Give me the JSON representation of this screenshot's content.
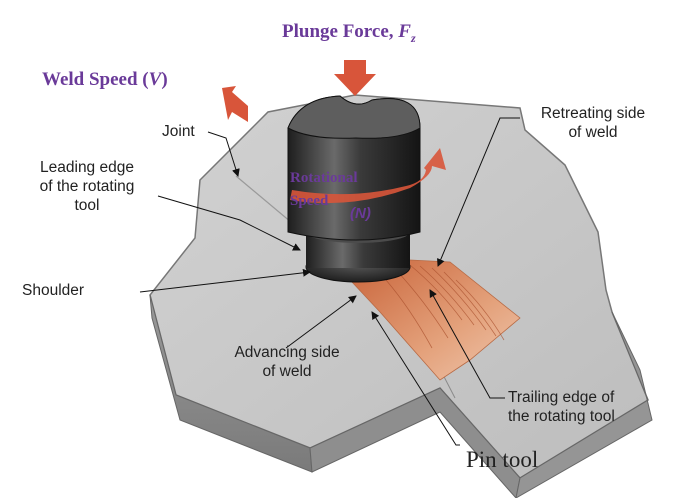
{
  "title": {
    "plunge_force": "Plunge Force, ",
    "plunge_symbol": "F",
    "plunge_sub": "z",
    "weld_speed": "Weld Speed (",
    "weld_speed_symbol": "V",
    "weld_speed_close": ")"
  },
  "rotation": {
    "line1": "Rotational",
    "line2": "Speed",
    "symbol": "(N)"
  },
  "labels": {
    "joint": "Joint",
    "leading_edge": [
      "Leading edge",
      "of the rotating",
      "tool"
    ],
    "shoulder": "Shoulder",
    "advancing_side": [
      "Advancing side",
      "of weld"
    ],
    "retreating_side": [
      "Retreating side",
      "of weld"
    ],
    "trailing_edge": [
      "Trailing edge of",
      "the rotating tool"
    ],
    "pin_tool": "Pin tool"
  },
  "colors": {
    "accent_purple": "#6a3a99",
    "arrow_red": "#d8553a",
    "weld_copper": "#d47a4e",
    "metal_light": "#cdcdcd",
    "metal_dark": "#8c8c8c",
    "tool_dark": "#2e2e2e"
  }
}
